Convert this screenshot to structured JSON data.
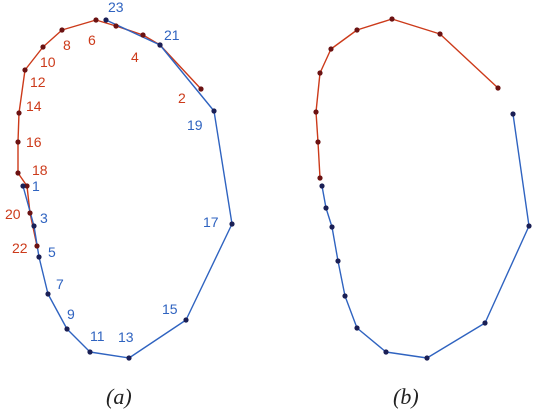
{
  "colors": {
    "red": "#cc3a1a",
    "blue": "#2f63c0",
    "dot": "#1a1f55",
    "dot_red": "#6b1212"
  },
  "panel_a": {
    "caption": "(a)",
    "red_labels": [
      "2",
      "4",
      "6",
      "8",
      "10",
      "12",
      "14",
      "16",
      "18",
      "20",
      "22"
    ],
    "blue_labels": [
      "1",
      "3",
      "5",
      "7",
      "9",
      "11",
      "13",
      "15",
      "17",
      "19",
      "21",
      "23"
    ]
  },
  "panel_b": {
    "caption": "(b)"
  }
}
